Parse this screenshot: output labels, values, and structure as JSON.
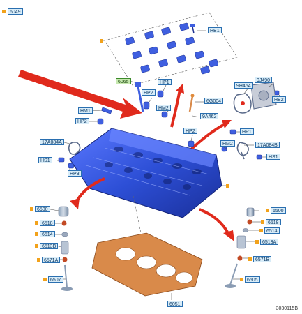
{
  "labels": {
    "l6049": "6049",
    "lHB1top": "HB1",
    "l6065": "6065",
    "lHP2a": "HP2",
    "lHP1a": "HP1",
    "l9H454": "9H454",
    "l9J490": "9J490",
    "l6G004": "6G004",
    "lHB2": "HB2",
    "lHM1": "HM1",
    "lHM2a": "HM2",
    "l9A462": "9A462",
    "lHP2b": "HP2",
    "lHP2c": "HP2",
    "lHP1b": "HP1",
    "l17A084A": "17A084A",
    "lHM2b": "HM2",
    "l17A084B": "17A084B",
    "lHS1a": "HS1",
    "lHS1b": "HS1",
    "lHP3": "HP3",
    "l6500a": "6500",
    "l6518a": "6518",
    "l6514a": "6514",
    "l6513B": "6513B",
    "l6571A": "6571A",
    "l6507": "6507",
    "l6500b": "6500",
    "l6518b": "6518",
    "l6514b": "6514",
    "l6513A": "6513A",
    "l6571B": "6571B",
    "l6505": "6505",
    "l6051": "6051"
  },
  "figure_id": "3030115B",
  "colors": {
    "head_blue": "#2d4fd6",
    "part_blue": "#3f5fe0",
    "arrow_red": "#e02a1c",
    "gasket": "#d98a4a",
    "marker": "#f2a21b"
  }
}
